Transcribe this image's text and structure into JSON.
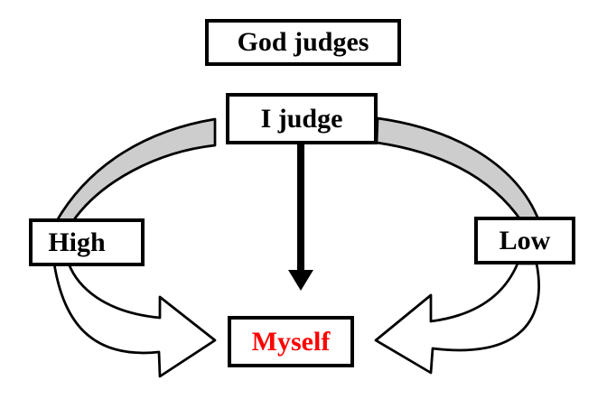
{
  "diagram": {
    "title_semantic": "self-judgment flow diagram",
    "nodes": {
      "god_judges": {
        "label": "God judges"
      },
      "i_judge": {
        "label": "I judge"
      },
      "high": {
        "label": "High"
      },
      "low": {
        "label": "Low"
      },
      "myself": {
        "label": "Myself"
      }
    },
    "colors": {
      "background": "#ffffff",
      "outline": "#000000",
      "band_fill": "#cdcdcd",
      "block_arrow_fill": "#ffffff",
      "solid_arrow_fill": "#000000",
      "myself_text": "#ff0000",
      "text": "#000000"
    },
    "connections": [
      {
        "from": "i_judge",
        "to": "high",
        "style": "gray-curved-band"
      },
      {
        "from": "i_judge",
        "to": "low",
        "style": "gray-curved-band"
      },
      {
        "from": "i_judge",
        "to": "myself",
        "style": "solid-black-straight-arrow"
      },
      {
        "from": "high",
        "to": "myself",
        "style": "white-outline-block-arrow"
      },
      {
        "from": "low",
        "to": "myself",
        "style": "white-outline-block-arrow"
      }
    ]
  }
}
